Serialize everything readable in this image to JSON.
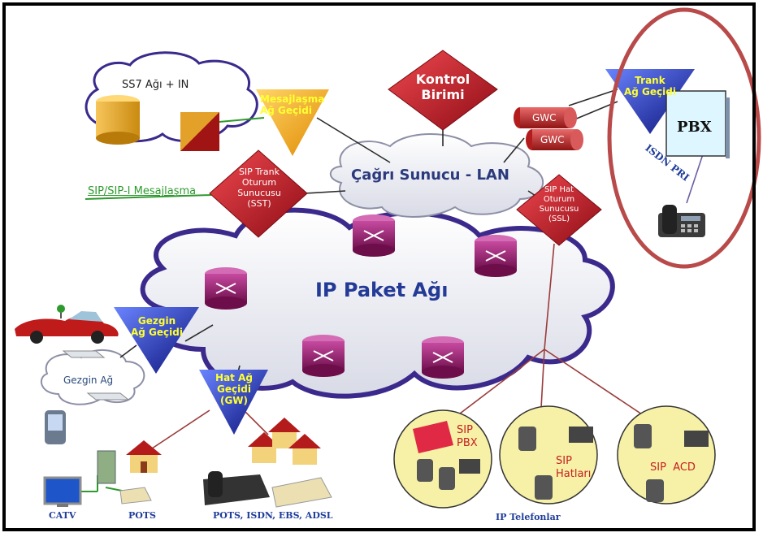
{
  "diagram": {
    "control_unit": [
      "Kontrol",
      "Birimi"
    ],
    "call_server": "Çağrı Sunucu - LAN",
    "ip_network": "IP Paket Ağı",
    "ss7_cloud": "SS7 Ağı + IN",
    "messaging_gateway": [
      "Mesajlaşma",
      "Ağ Geçidi"
    ],
    "sip_messaging": "SIP/SIP-I Mesajlaşma",
    "sip_trunk_server": [
      "SIP Trank",
      "Oturum",
      "Sunucusu",
      "(SST)"
    ],
    "sip_line_server": [
      "SIP Hat",
      "Oturum",
      "Sunucusu",
      "(SSL)"
    ],
    "gwc": [
      "GWC",
      "GWC"
    ],
    "trunk_gateway": [
      "Trank",
      "Ağ Geçidi"
    ],
    "pbx": "PBX",
    "isdn_pri": "ISDN PRI",
    "mobile_gateway": [
      "Gezgin",
      "Ağ Geçidi"
    ],
    "mobile_network": "Gezgin Ağ",
    "line_gateway": [
      "Hat Ağ",
      "Geçidi",
      "(GW)"
    ],
    "catv": "CATV",
    "pots": "POTS",
    "pots_multi": "POTS, ISDN, EBS, ADSL",
    "ip_phones": "IP Telefonlar",
    "sip_pbx": [
      "SIP",
      "PBX"
    ],
    "sip_lines": [
      "SIP",
      "Hatları"
    ],
    "sip_acd": "SIP  ACD"
  },
  "colors": {
    "red_diamond": "#cc1f2b",
    "orange_triangle": "#f2a41a",
    "blue_triangle": "#2233aa",
    "router": "#a0186d",
    "cloud_stroke": "#3b2a8c",
    "ellipse": "#b84a4a",
    "circle_fill": "#f6f1a6",
    "label_yellow": "#ffff33"
  }
}
